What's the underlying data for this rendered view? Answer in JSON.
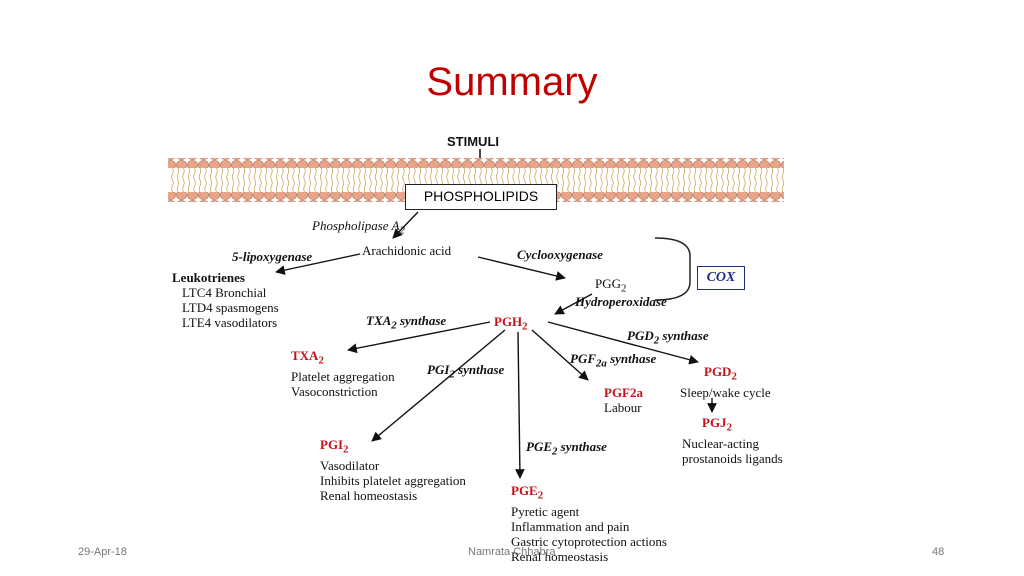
{
  "title": "Summary",
  "diagram": {
    "stimuli": "STIMULI",
    "phospholipids": "PHOSPHOLIPIDS",
    "phospholipase": "Phospholipase A",
    "phospholipase_sub": "2",
    "arachidonic": "Arachidonic acid",
    "lipoxygenase": "5-lipoxygenase",
    "cyclooxygenase": "Cyclooxygenase",
    "leukotrienes": {
      "head": "Leukotrienes",
      "lines": [
        "LTC4 Bronchial",
        "LTD4 spasmogens",
        "LTE4 vasodilators"
      ]
    },
    "pgg2": "PGG",
    "pgg2_sub": "2",
    "hydroperoxidase": "Hydroperoxidase",
    "cox": "COX",
    "pgh2": "PGH",
    "pgh2_sub": "2",
    "txa2_synthase": "TXA",
    "txa2_synthase_sub": "2",
    "txa2_synthase_rest": " synthase",
    "pgd2_synthase": "PGD",
    "pgd2_synthase_sub": "2",
    "pgd2_synthase_rest": " synthase",
    "pgf2a_synthase": "PGF",
    "pgf2a_synthase_sub": "2a",
    "pgf2a_synthase_rest": " synthase",
    "pgi2_synthase": "PGI",
    "pgi2_synthase_sub": "2",
    "pgi2_synthase_rest": " synthase",
    "pge2_synthase": "PGE",
    "pge2_synthase_sub": "2",
    "pge2_synthase_rest": " synthase",
    "txa2": {
      "head": "TXA",
      "sub": "2",
      "lines": [
        "Platelet aggregation",
        "Vasoconstriction"
      ]
    },
    "pgf2a": {
      "head": "PGF2a",
      "lines": [
        "Labour"
      ]
    },
    "pgd2": {
      "head": "PGD",
      "sub": "2",
      "lines": [
        "Sleep/wake cycle"
      ]
    },
    "pgj2": {
      "head": "PGJ",
      "sub": "2",
      "lines": [
        "Nuclear-acting",
        "prostanoids ligands"
      ]
    },
    "pgi2": {
      "head": "PGI",
      "sub": "2",
      "lines": [
        "Vasodilator",
        "Inhibits platelet aggregation",
        "Renal homeostasis"
      ]
    },
    "pge2": {
      "head": "PGE",
      "sub": "2",
      "lines": [
        "Pyretic agent",
        "Inflammation and pain",
        "Gastric cytoprotection actions",
        "Renal homeostasis"
      ]
    }
  },
  "footer": {
    "date": "29-Apr-18",
    "author": "Namrata Chhabra",
    "page": "48"
  }
}
